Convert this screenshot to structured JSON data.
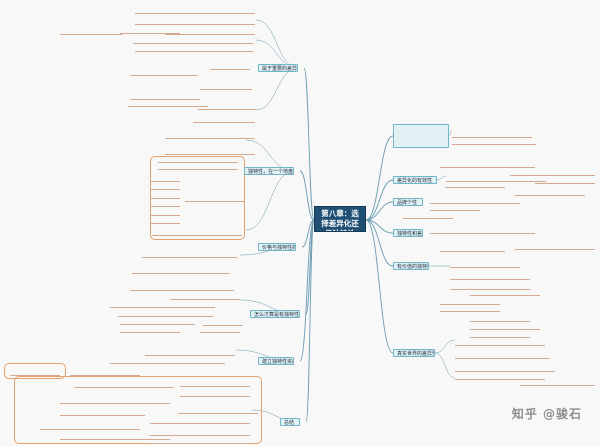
{
  "central_topic": "第八章：选择差异化还是独特性",
  "left_branches": [
    {
      "id": "L1",
      "label": "属于重要的差异化"
    },
    {
      "id": "L2",
      "label": "独特性，在一个地盘里的圈"
    },
    {
      "id": "L3",
      "label": "价格与独特性的运作"
    },
    {
      "id": "L4",
      "label": "怎么才算是有独特性的产品"
    },
    {
      "id": "L5",
      "label": "建立独特性资产"
    },
    {
      "id": "L6",
      "label": "总结"
    }
  ],
  "right_branches": [
    {
      "id": "R1",
      "label": ""
    },
    {
      "id": "R2",
      "label": "差异化的有效性"
    },
    {
      "id": "R3",
      "label": "品牌个性"
    },
    {
      "id": "R4",
      "label": "独特性和差异"
    },
    {
      "id": "R5",
      "label": "有价值的独特性"
    },
    {
      "id": "R6",
      "label": "真实世界的差异性"
    }
  ],
  "left_texts": [
    "",
    "",
    "",
    "",
    "",
    "",
    "",
    "",
    "",
    "",
    "",
    "",
    "",
    "",
    "",
    "",
    "",
    "",
    "",
    "",
    "",
    "",
    "",
    "",
    "",
    "",
    "",
    "",
    "",
    "",
    "",
    "",
    "",
    "",
    "",
    "",
    "",
    "",
    "",
    "",
    "",
    "",
    "",
    "",
    "",
    "",
    "",
    "",
    "",
    "",
    ""
  ],
  "right_texts": [
    "",
    "",
    "",
    "",
    "",
    "",
    "",
    "",
    "",
    "",
    "",
    "",
    "",
    "",
    "",
    "",
    "",
    "",
    "",
    "",
    "",
    "",
    "",
    "",
    "",
    "",
    "",
    ""
  ],
  "watermark_text": "",
  "footer_watermark": "知乎 @骏石",
  "colors": {
    "central_bg": "#1f4f73",
    "topic_bg": "#e2f1f4",
    "topic_border": "#6fb6c9",
    "connector": "#6a9ab0",
    "group_outline": "#e2a26f",
    "leaf_underline": "#d4a98c"
  }
}
